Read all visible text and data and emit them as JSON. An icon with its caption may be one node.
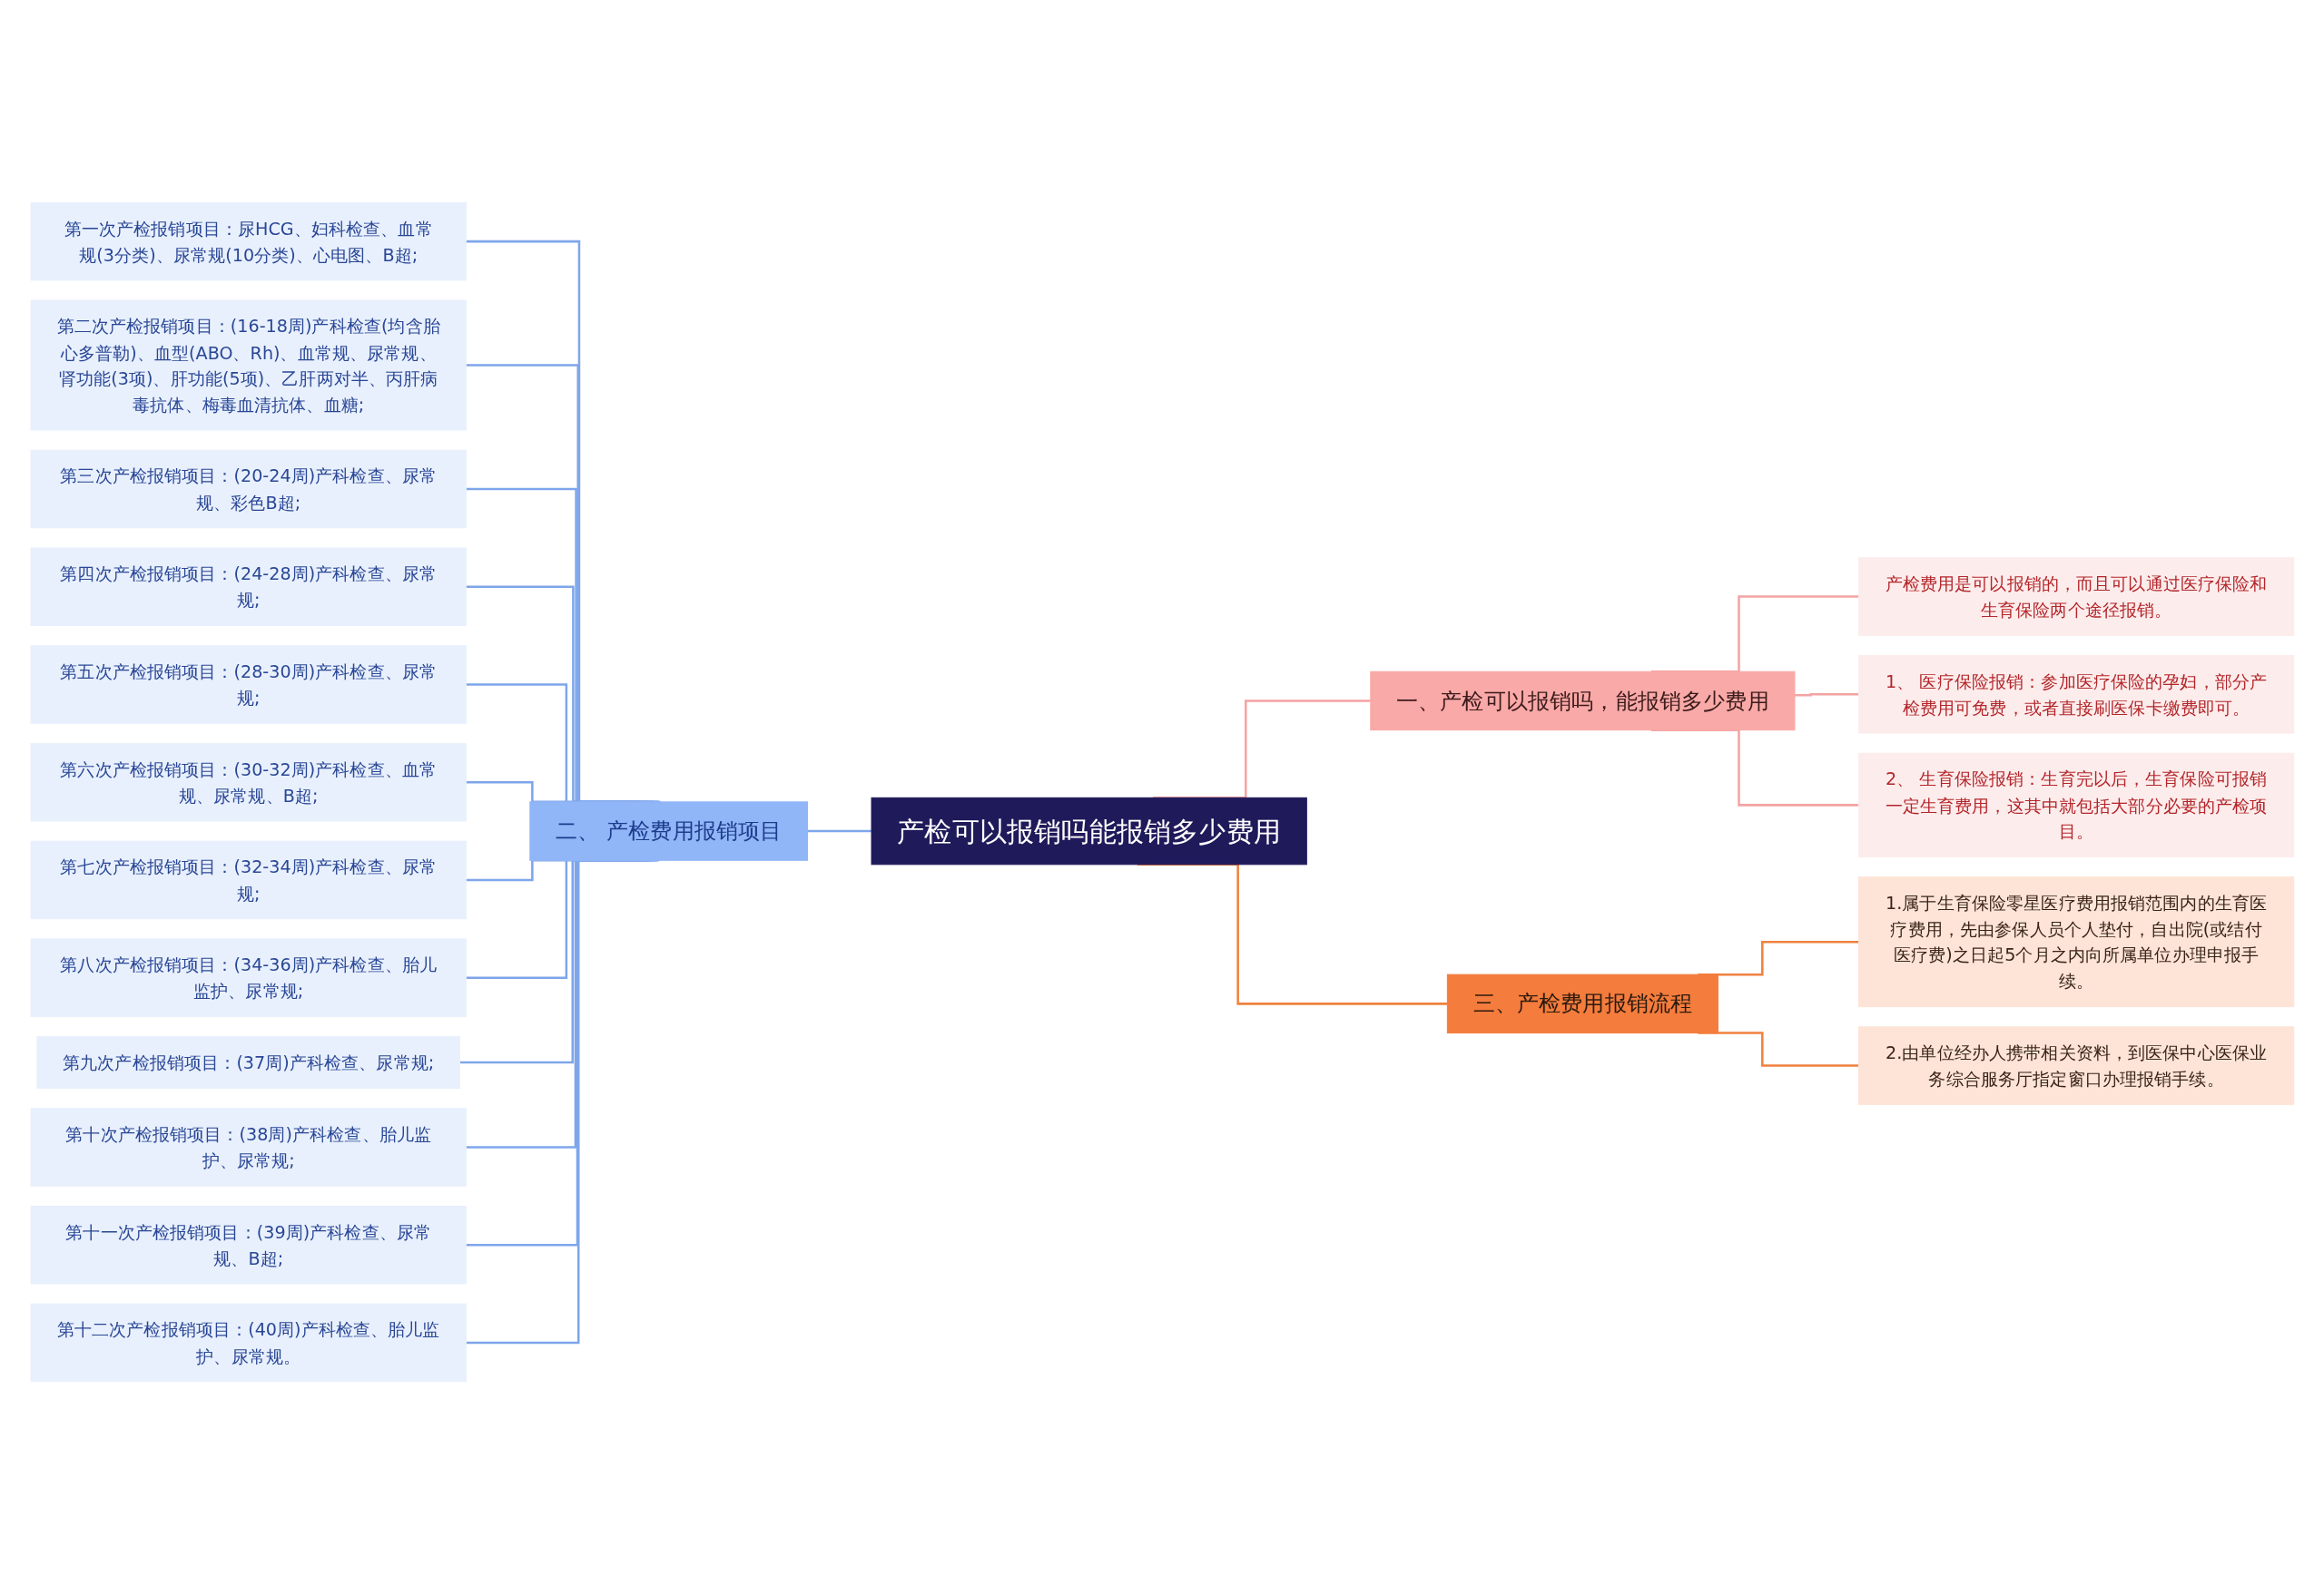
{
  "diagram": {
    "nodes": [
      {
        "text": [
          "产检可以报销吗能报销多少费用"
        ]
      },
      {
        "text": [
          "一、产检可以报销吗，能报销多少费用"
        ]
      },
      {
        "text": [
          "产检费用是可以报销的，而且可以通过医疗保险和生育保险两个途径报销。"
        ]
      },
      {
        "text": [
          "1、 医疗保险报销：参加医疗保险的孕妇，部分产检费用可免费，或者直接刷医保卡缴费即可。"
        ]
      },
      {
        "text": [
          "2、 生育保险报销：生育完以后，生育保险可报销一定生育费用，这其中就包括大部分必要的产检项目。"
        ]
      },
      {
        "text": [
          "三、产检费用报销流程"
        ]
      },
      {
        "text": [
          "1.属于生育保险零星医疗费用报销范围内的生育医疗费用，先由参保人员个人垫付，自出院(或结付医疗费)之日起5个月之内向所属单位办理申报手续。"
        ]
      },
      {
        "text": [
          "2.由单位经办人携带相关资料，到医保中心医保业务综合服务厅指定窗口办理报销手续。"
        ]
      },
      {
        "text": [
          "二、 产检费用报销项目"
        ]
      },
      {
        "text": [
          "第一次产检报销项目：尿HCG、妇科检查、血常规(3分类)、尿常规(10分类)、心电图、B超;"
        ]
      },
      {
        "text": [
          "第二次产检报销项目：(16-18周)产科检查(均含胎心多普勒)、血型(ABO、Rh)、血常规、尿常规、肾功能(3项)、肝功能(5项)、乙肝两对半、丙肝病毒抗体、梅毒血清抗体、血糖;"
        ]
      },
      {
        "text": [
          "第三次产检报销项目：(20-24周)产科检查、尿常规、彩色B超;"
        ]
      },
      {
        "text": [
          "第四次产检报销项目：(24-28周)产科检查、尿常规;"
        ]
      },
      {
        "text": [
          "第五次产检报销项目：(28-30周)产科检查、尿常规;"
        ]
      },
      {
        "text": [
          "第六次产检报销项目：(30-32周)产科检查、血常规、尿常规、B超;"
        ]
      },
      {
        "text": [
          "第七次产检报销项目：(32-34周)产科检查、尿常规;"
        ]
      },
      {
        "text": [
          "第八次产检报销项目：(34-36周)产科检查、胎儿监护、尿常规;"
        ]
      },
      {
        "text": [
          "第九次产检报销项目：(37周)产科检查、尿常规;"
        ]
      },
      {
        "text": [
          "第十次产检报销项目：(38周)产科检查、胎儿监护、尿常规;"
        ]
      },
      {
        "text": [
          "第十一次产检报销项目：(39周)产科检查、尿常规、B超;"
        ]
      },
      {
        "text": [
          "第十二次产检报销项目：(40周)产科检查、胎儿监护、尿常规。"
        ]
      }
    ],
    "edges": [
      {
        "from": 0,
        "to": 1,
        "arrow": "none",
        "color": "#f4a3a3"
      },
      {
        "from": 1,
        "to": 2,
        "arrow": "none",
        "color": "#f4a3a3"
      },
      {
        "from": 1,
        "to": 3,
        "arrow": "none",
        "color": "#f4a3a3"
      },
      {
        "from": 1,
        "to": 4,
        "arrow": "none",
        "color": "#f4a3a3"
      },
      {
        "from": 0,
        "to": 5,
        "arrow": "none",
        "color": "#f0813f"
      },
      {
        "from": 5,
        "to": 6,
        "arrow": "none",
        "color": "#f0813f"
      },
      {
        "from": 5,
        "to": 7,
        "arrow": "none",
        "color": "#f0813f"
      },
      {
        "from": 0,
        "to": 8,
        "arrow": "none"
      },
      {
        "from": 8,
        "to": 9,
        "arrow": "none"
      },
      {
        "from": 8,
        "to": 10,
        "arrow": "none"
      },
      {
        "from": 8,
        "to": 11,
        "arrow": "none"
      },
      {
        "from": 8,
        "to": 12,
        "arrow": "none"
      },
      {
        "from": 8,
        "to": 13,
        "arrow": "none"
      },
      {
        "from": 8,
        "to": 14,
        "arrow": "none"
      },
      {
        "from": 8,
        "to": 15,
        "arrow": "none"
      },
      {
        "from": 8,
        "to": 16,
        "arrow": "none"
      },
      {
        "from": 8,
        "to": 17,
        "arrow": "none"
      },
      {
        "from": 8,
        "to": 18,
        "arrow": "none"
      },
      {
        "from": 8,
        "to": 19,
        "arrow": "none"
      },
      {
        "from": 8,
        "to": 20,
        "arrow": "none"
      }
    ]
  }
}
